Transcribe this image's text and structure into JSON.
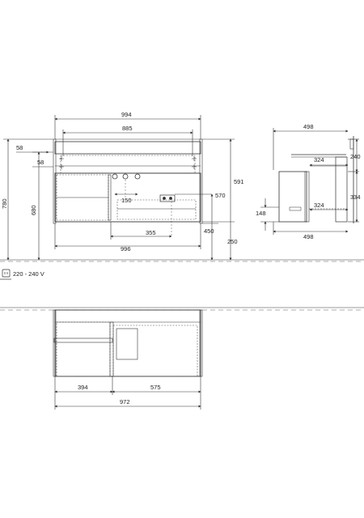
{
  "front_view": {
    "dims": {
      "total_width": "994",
      "inner_width": "885",
      "top_offset_a": "58",
      "top_offset_b": "58",
      "full_height": "780",
      "mid_height": "680",
      "pipe_spacing": "150",
      "body_height": "591",
      "panel_height": "570",
      "right_height": "450",
      "floor_gap": "250",
      "socket_offset": "355",
      "bottom_width": "996"
    }
  },
  "side_view": {
    "dims": {
      "top_depth": "498",
      "upper_drawer_depth": "324",
      "lower_drawer_depth": "324",
      "bottom_depth": "498",
      "drawer_front_height": "240",
      "drawer_body_height": "334",
      "lower_height": "148"
    }
  },
  "top_view": {
    "dims": {
      "left_section": "394",
      "right_section": "575",
      "overall_width": "972"
    }
  },
  "power": {
    "label": "220 - 240 V",
    "icon": "power-socket-icon"
  },
  "colors": {
    "line": "#333333",
    "dashed": "#555555",
    "background": "#ffffff"
  }
}
